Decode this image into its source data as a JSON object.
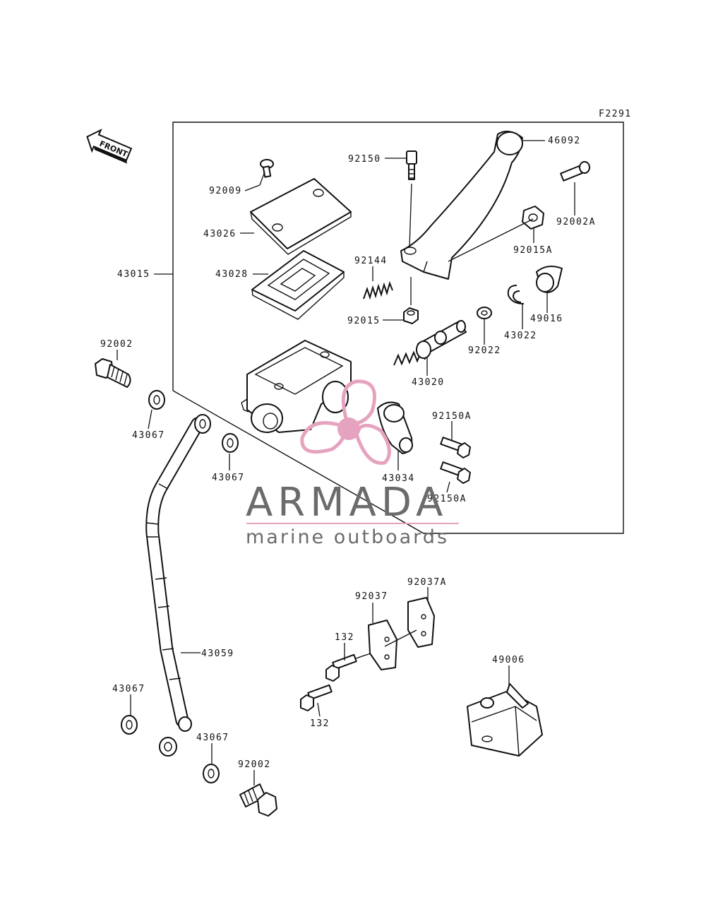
{
  "diagram": {
    "figure_code": "F2291",
    "direction_label": "FRONT",
    "parts": [
      {
        "id": "p46092",
        "label": "46092"
      },
      {
        "id": "p92150",
        "label": "92150"
      },
      {
        "id": "p92009",
        "label": "92009"
      },
      {
        "id": "p92002A",
        "label": "92002A"
      },
      {
        "id": "p43026",
        "label": "43026"
      },
      {
        "id": "p92015A",
        "label": "92015A"
      },
      {
        "id": "p43015",
        "label": "43015"
      },
      {
        "id": "p43028",
        "label": "43028"
      },
      {
        "id": "p92144",
        "label": "92144"
      },
      {
        "id": "p49016",
        "label": "49016"
      },
      {
        "id": "p92015",
        "label": "92015"
      },
      {
        "id": "p43022",
        "label": "43022"
      },
      {
        "id": "p92002_top",
        "label": "92002"
      },
      {
        "id": "p92022",
        "label": "92022"
      },
      {
        "id": "p43020",
        "label": "43020"
      },
      {
        "id": "p92150A_top",
        "label": "92150A"
      },
      {
        "id": "p43067_a",
        "label": "43067"
      },
      {
        "id": "p43067_b",
        "label": "43067"
      },
      {
        "id": "p43034",
        "label": "43034"
      },
      {
        "id": "p92150A_bottom",
        "label": "92150A"
      },
      {
        "id": "p92037A",
        "label": "92037A"
      },
      {
        "id": "p92037",
        "label": "92037"
      },
      {
        "id": "p132_top",
        "label": "132"
      },
      {
        "id": "p43059",
        "label": "43059"
      },
      {
        "id": "p49006",
        "label": "49006"
      },
      {
        "id": "p43067_c",
        "label": "43067"
      },
      {
        "id": "p132_bottom",
        "label": "132"
      },
      {
        "id": "p43067_d",
        "label": "43067"
      },
      {
        "id": "p92002_bottom",
        "label": "92002"
      }
    ]
  },
  "watermark": {
    "brand": "ARMADA",
    "tagline": "marine outboards",
    "colors": {
      "propeller": "#e6a3bf",
      "text": "#6b6b6b",
      "rule": "#e6a3bf"
    }
  }
}
